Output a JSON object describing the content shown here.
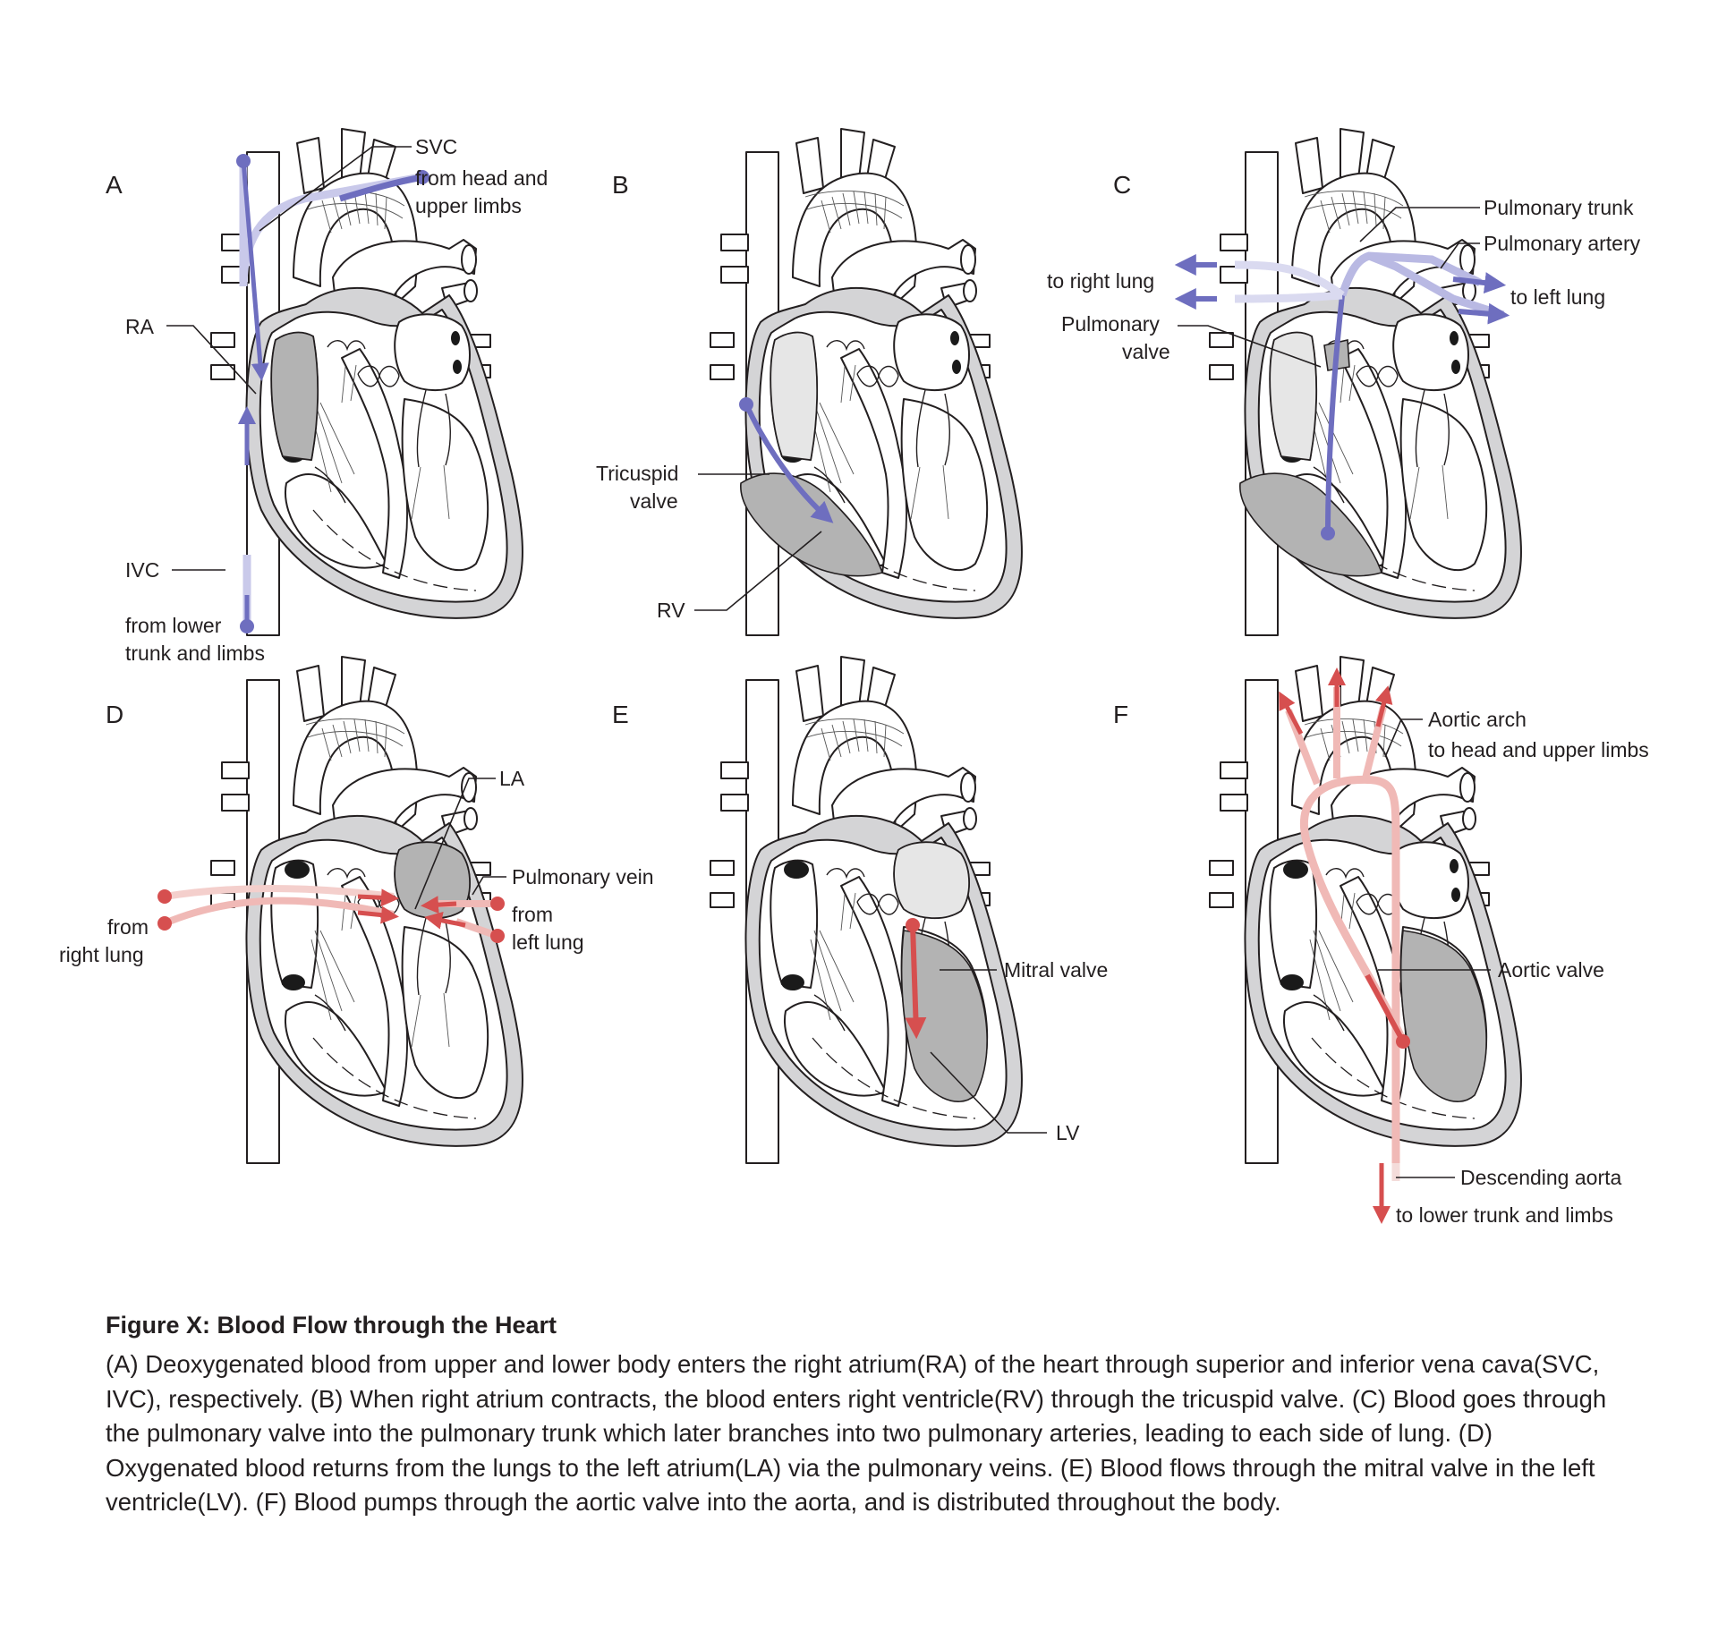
{
  "panels": [
    {
      "letter": "A",
      "labels": {
        "svc": "SVC",
        "from_head_1": "from head and",
        "from_head_2": "upper limbs",
        "ra": "RA",
        "ivc": "IVC",
        "from_lower_1": "from lower",
        "from_lower_2": "trunk and limbs"
      }
    },
    {
      "letter": "B",
      "labels": {
        "tricuspid_1": "Tricuspid",
        "tricuspid_2": "valve",
        "rv": "RV"
      }
    },
    {
      "letter": "C",
      "labels": {
        "pulmonary_trunk": "Pulmonary trunk",
        "pulmonary_artery": "Pulmonary artery",
        "to_right_lung": "to right lung",
        "to_left_lung": "to left lung",
        "pulmonary_valve_1": "Pulmonary",
        "pulmonary_valve_2": "valve"
      }
    },
    {
      "letter": "D",
      "labels": {
        "la": "LA",
        "pulmonary_vein": "Pulmonary vein",
        "from_right_1": "from",
        "from_right_2": "right lung",
        "from_left_1": "from",
        "from_left_2": "left lung"
      }
    },
    {
      "letter": "E",
      "labels": {
        "mitral_valve": "Mitral valve",
        "lv": "LV"
      }
    },
    {
      "letter": "F",
      "labels": {
        "aortic_arch": "Aortic arch",
        "to_head": "to head and upper limbs",
        "aortic_valve": "Aortic valve",
        "descending_aorta": "Descending aorta",
        "to_lower": "to lower trunk and limbs"
      }
    }
  ],
  "colors": {
    "deoxygenated": "#6e6ebf",
    "oxygenated": "#d64f4f",
    "chamber_highlight": "#b3b3b3"
  },
  "caption": {
    "title": "Figure X: Blood Flow through the Heart",
    "body": "(A) Deoxygenated blood from upper and lower body enters the right atrium(RA) of the heart through superior and inferior vena cava(SVC, IVC), respectively. (B) When right atrium contracts, the blood enters right ventricle(RV) through the tricuspid valve. (C) Blood goes through the pulmonary valve into the pulmonary trunk which later branches into two pulmonary arteries, leading to each side of lung. (D) Oxygenated blood returns from the lungs to the left atrium(LA) via the pulmonary veins. (E) Blood flows through the mitral valve in the left ventricle(LV). (F) Blood pumps through the aortic valve into the aorta, and is distributed throughout the body."
  }
}
